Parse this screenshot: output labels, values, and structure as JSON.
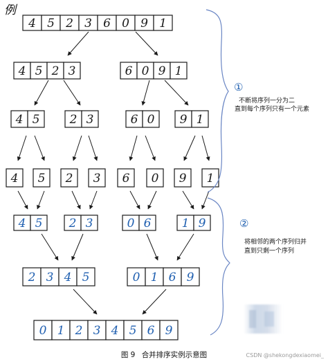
{
  "corner_label": "例",
  "levels": {
    "root": [
      [
        "4",
        "5",
        "2",
        "3",
        "6",
        "0",
        "9",
        "1"
      ]
    ],
    "split1": [
      [
        "4",
        "5",
        "2",
        "3"
      ],
      [
        "6",
        "0",
        "9",
        "1"
      ]
    ],
    "split2": [
      [
        "4",
        "5"
      ],
      [
        "2",
        "3"
      ],
      [
        "6",
        "0"
      ],
      [
        "9",
        "1"
      ]
    ],
    "singles": [
      [
        "4"
      ],
      [
        "5"
      ],
      [
        "2"
      ],
      [
        "3"
      ],
      [
        "6"
      ],
      [
        "0"
      ],
      [
        "9"
      ],
      [
        "1"
      ]
    ],
    "merge1": [
      [
        "4",
        "5"
      ],
      [
        "2",
        "3"
      ],
      [
        "0",
        "6"
      ],
      [
        "1",
        "9"
      ]
    ],
    "merge2": [
      [
        "2",
        "3",
        "4",
        "5"
      ],
      [
        "0",
        "1",
        "6",
        "9"
      ]
    ],
    "merge3": [
      [
        "0",
        "1",
        "2",
        "3",
        "4",
        "5",
        "6",
        "9"
      ]
    ]
  },
  "phase1": {
    "marker": "①",
    "line1": "不断将序列一分为二",
    "line2": "直到每个序列只有一个元素"
  },
  "phase2": {
    "marker": "②",
    "line1": "将相邻的两个序列归并",
    "line2": "直到只剩一个序列"
  },
  "caption": {
    "figure": "图 9",
    "title": "合并排序实例示意图"
  },
  "credit": "CSDN @shekongdexiaomei_",
  "colors": {
    "ink": "#1a1a1a",
    "blue_ink": "#1f5fb0",
    "bracket": "#6a86c4"
  }
}
